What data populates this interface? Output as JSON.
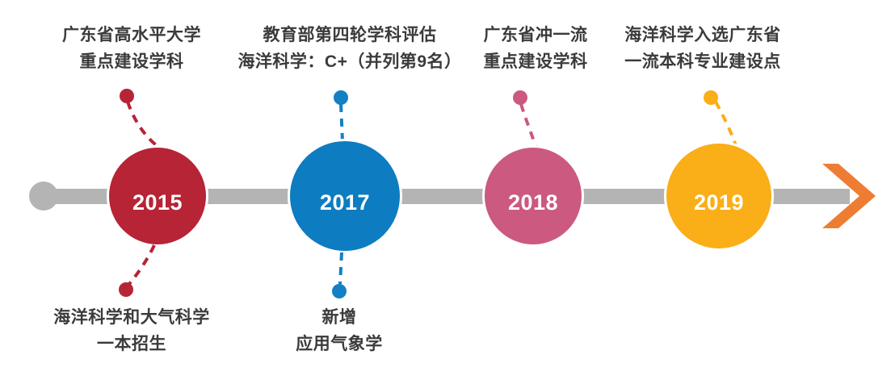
{
  "figure": {
    "type": "timeline-infographic",
    "background_color": "#ffffff",
    "track_color": "#b4b4b4",
    "start_dot_color": "#b4b4b4",
    "arrow_color": "#ee7d34",
    "label_text_color": "#3b3b3b"
  },
  "milestones": [
    {
      "year": "2015",
      "circle_color": "#b62436",
      "connector_color": "#b62436",
      "top_label": {
        "line1": "广东省高水平大学",
        "line2": "重点建设学科"
      },
      "bottom_label": {
        "line1": "海洋科学和大气科学",
        "line2": "一本招生"
      }
    },
    {
      "year": "2017",
      "circle_color": "#0d7cc1",
      "connector_color": "#1380c4",
      "top_label": {
        "line1": "教育部第四轮学科评估",
        "line2": "海洋科学：C+（并列第9名）"
      },
      "bottom_label": {
        "line1": "新增",
        "line2": "应用气象学"
      }
    },
    {
      "year": "2018",
      "circle_color": "#cb5980",
      "connector_color": "#cb5980",
      "top_label": {
        "line1": "广东省冲一流",
        "line2": "重点建设学科"
      },
      "bottom_label": null
    },
    {
      "year": "2019",
      "circle_color": "#faae17",
      "connector_color": "#faae17",
      "top_label": {
        "line1": "海洋科学入选广东省",
        "line2": "一流本科专业建设点"
      },
      "bottom_label": null
    }
  ]
}
